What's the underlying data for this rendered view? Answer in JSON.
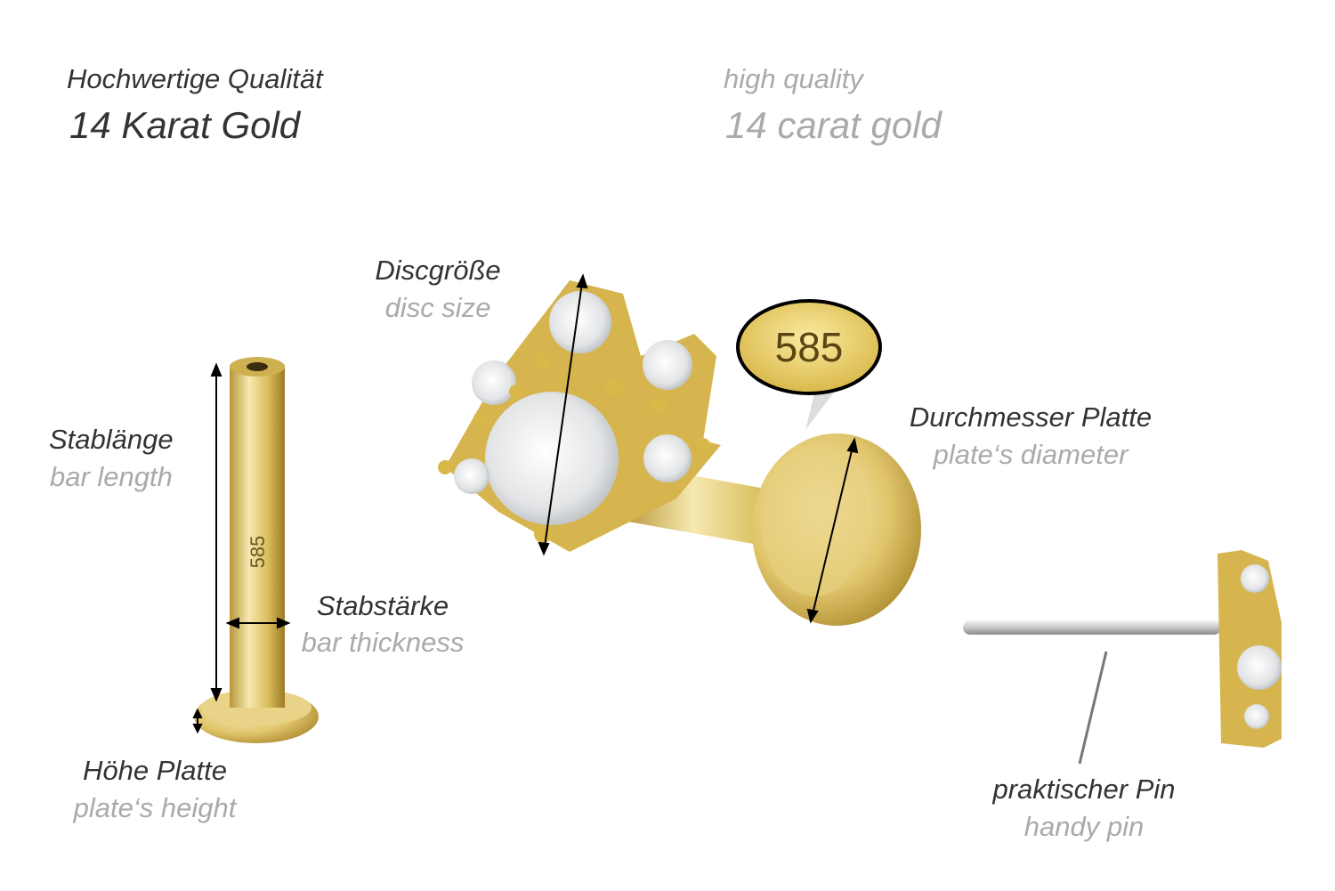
{
  "header": {
    "de_quality": "Hochwertige Qualität",
    "de_material": "14 Karat Gold",
    "en_quality": "high quality",
    "en_material": "14 carat gold"
  },
  "labels": {
    "disc_size": {
      "de": "Discgröße",
      "en": "disc size"
    },
    "bar_length": {
      "de": "Stablänge",
      "en": "bar length"
    },
    "bar_thickness": {
      "de": "Stabstärke",
      "en": "bar thickness"
    },
    "plate_height": {
      "de": "Höhe Platte",
      "en": "plate‘s height"
    },
    "plate_diameter": {
      "de": "Durchmesser Platte",
      "en": "plate‘s diameter"
    },
    "handy_pin": {
      "de": "praktischer Pin",
      "en": "handy pin"
    }
  },
  "hallmark": {
    "bubble": "585",
    "bar_stamp": "585"
  },
  "colors": {
    "gold": "#d9bd5c",
    "gold_light": "#f3e3a0",
    "gold_dark": "#a8862a",
    "text_dark": "#333333",
    "text_light": "#aaaaaa"
  }
}
